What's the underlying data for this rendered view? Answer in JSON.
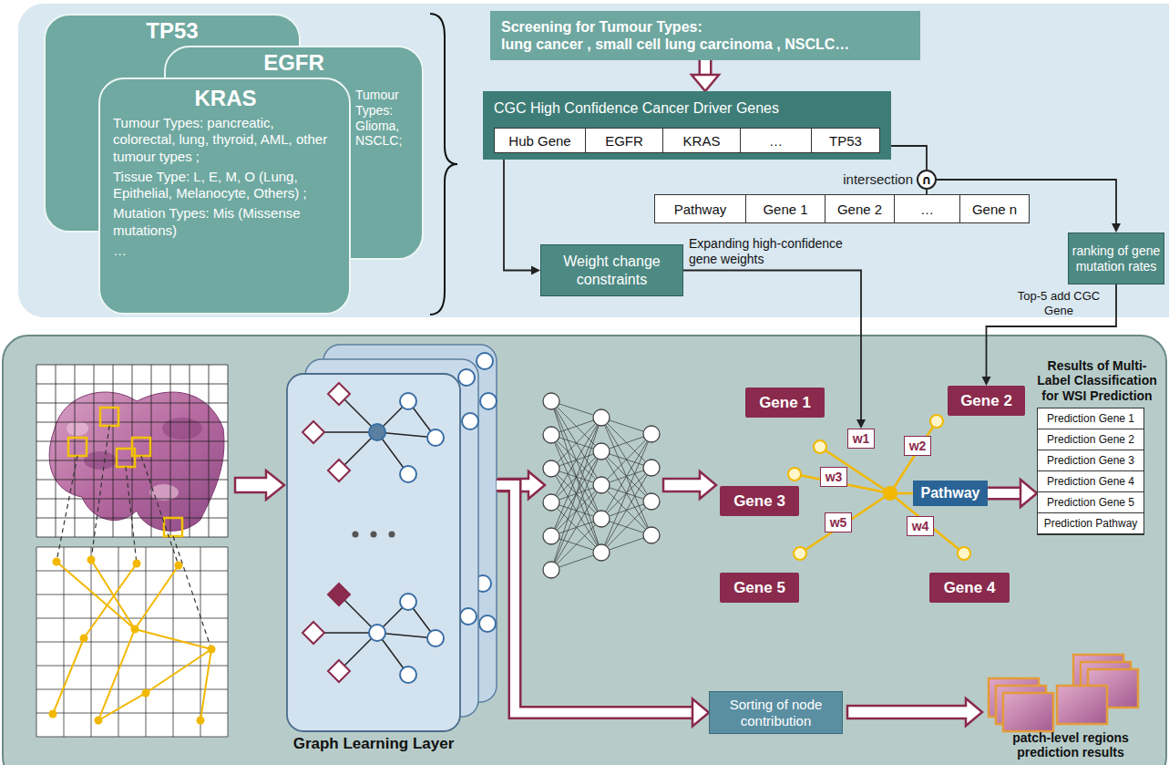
{
  "diagram": {
    "nodes": [
      {
        "text": [
          "TP53"
        ]
      },
      {
        "text": [
          "EGFR",
          "Tumour Types: Glioma, NSCLC;"
        ]
      },
      {
        "text": [
          "KRAS",
          "Tumour Types: pancreatic, colorectal, lung, thyroid, AML, other tumour types ;",
          "Tissue Type: L, E, M, O (Lung, Epithelial, Melanocyte, Others) ;",
          "Mutation Types: Mis (Missense mutations)",
          "…"
        ]
      },
      {
        "text": [
          "Screening for Tumour Types:",
          "lung cancer , small cell lung carcinoma , NSCLC…"
        ]
      },
      {
        "text": [
          "CGC High Confidence Cancer Driver Genes"
        ]
      },
      {
        "text": [
          "Hub Gene"
        ],
        "in": 4
      },
      {
        "text": [
          "EGFR"
        ],
        "in": 4
      },
      {
        "text": [
          "KRAS"
        ],
        "in": 4
      },
      {
        "text": [
          "…"
        ],
        "in": 4
      },
      {
        "text": [
          "TP53"
        ],
        "in": 4
      },
      {
        "text": [
          "intersection",
          "∩"
        ]
      },
      {
        "text": [
          "Pathway"
        ]
      },
      {
        "text": [
          "Gene 1"
        ]
      },
      {
        "text": [
          "Gene 2"
        ]
      },
      {
        "text": [
          "…"
        ]
      },
      {
        "text": [
          "Gene n"
        ]
      },
      {
        "text": [
          "Weight change constraints"
        ]
      },
      {
        "text": [
          "ranking of gene mutation rates"
        ]
      },
      {
        "text": [
          "Graph Learning Layer"
        ]
      },
      {
        "text": [
          "Gene 1"
        ]
      },
      {
        "text": [
          "Gene 2"
        ]
      },
      {
        "text": [
          "w1"
        ]
      },
      {
        "text": [
          "w2"
        ]
      },
      {
        "text": [
          "w3"
        ]
      },
      {
        "text": [
          "Gene 3"
        ]
      },
      {
        "text": [
          "Pathway"
        ]
      },
      {
        "text": [
          "Results of Multi-Label Classification for WSI Prediction",
          "Prediction Gene 1",
          "Prediction Gene 2",
          "Prediction Gene 3",
          "Prediction Gene 4",
          "Prediction Gene 5",
          "Prediction Pathway"
        ]
      },
      {
        "text": [
          "w5"
        ]
      },
      {
        "text": [
          "w4"
        ]
      },
      {
        "text": [
          "Gene 5"
        ]
      },
      {
        "text": [
          "Gene 4"
        ]
      },
      {
        "text": [
          "Sorting of node contribution"
        ]
      }
    ],
    "edges": [
      {
        "from": 3,
        "to": 4,
        "arrow": "to"
      },
      {
        "from": 4,
        "to": 10,
        "arrow": "none"
      },
      {
        "from": 14,
        "to": 10,
        "arrow": "none"
      },
      {
        "from": 10,
        "to": 17,
        "arrow": "to"
      },
      {
        "from": 4,
        "to": 16,
        "arrow": "to"
      },
      {
        "from": 16,
        "to": 21,
        "label": "Expanding high-confidence gene weights",
        "arrow": "to"
      },
      {
        "from": 17,
        "to": 20,
        "label": "Top-5 add CGC Gene",
        "arrow": "to"
      },
      {
        "from": 18,
        "to": 31,
        "arrow": "to"
      },
      {
        "from": 25,
        "to": 26,
        "arrow": "to"
      }
    ],
    "labels": [
      "patch-level regions prediction results"
    ]
  }
}
